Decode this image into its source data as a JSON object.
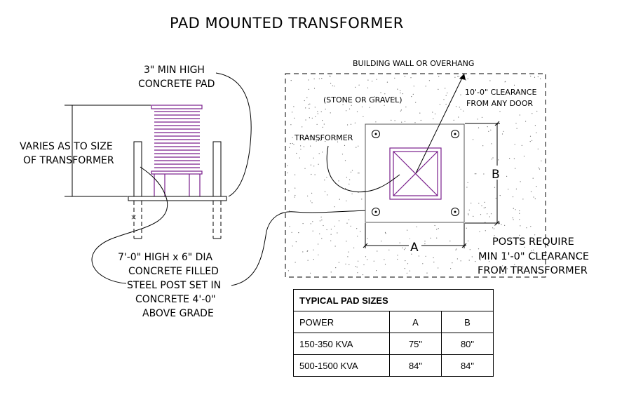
{
  "title": "PAD MOUNTED TRANSFORMER",
  "side_view": {
    "pad_label_line1": "3\" MIN HIGH",
    "pad_label_line2": "CONCRETE PAD",
    "varies_line1": "VARIES AS TO SIZE",
    "varies_line2": "OF TRANSFORMER",
    "post_line1": "7'-0\" HIGH x 6\" DIA",
    "post_line2": "CONCRETE FILLED",
    "post_line3": "STEEL POST SET IN",
    "post_line4": "CONCRETE 4'-0\"",
    "post_line5": "ABOVE GRADE"
  },
  "plan_view": {
    "building_wall": "BUILDING WALL OR OVERHANG",
    "stone": "(STONE OR GRAVEL)",
    "clearance_line1": "10'-0\" CLEARANCE",
    "clearance_line2": "FROM ANY DOOR",
    "transformer": "TRANSFORMER",
    "dim_a": "A",
    "dim_b": "B",
    "posts_line1": "POSTS REQUIRE",
    "posts_line2": "MIN 1'-0\" CLEARANCE",
    "posts_line3": "FROM TRANSFORMER"
  },
  "table": {
    "title": "TYPICAL PAD SIZES",
    "headers": [
      "POWER",
      "A",
      "B"
    ],
    "rows": [
      [
        "150-350 KVA",
        "75\"",
        "80\""
      ],
      [
        "500-1500 KVA",
        "84\"",
        "84\""
      ]
    ]
  }
}
